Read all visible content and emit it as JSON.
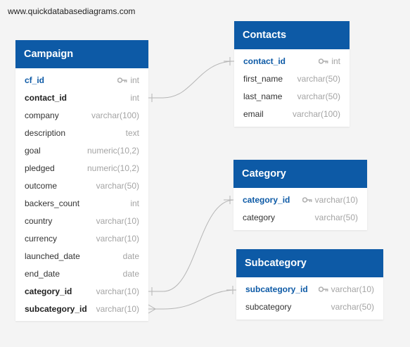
{
  "watermark": "www.quickdatabasediagrams.com",
  "tables": {
    "campaign": {
      "title": "Campaign",
      "fields": [
        {
          "name": "cf_id",
          "type": "int",
          "key": "pk"
        },
        {
          "name": "contact_id",
          "type": "int",
          "key": "fk"
        },
        {
          "name": "company",
          "type": "varchar(100)"
        },
        {
          "name": "description",
          "type": "text"
        },
        {
          "name": "goal",
          "type": "numeric(10,2)"
        },
        {
          "name": "pledged",
          "type": "numeric(10,2)"
        },
        {
          "name": "outcome",
          "type": "varchar(50)"
        },
        {
          "name": "backers_count",
          "type": "int"
        },
        {
          "name": "country",
          "type": "varchar(10)"
        },
        {
          "name": "currency",
          "type": "varchar(10)"
        },
        {
          "name": "launched_date",
          "type": "date"
        },
        {
          "name": "end_date",
          "type": "date"
        },
        {
          "name": "category_id",
          "type": "varchar(10)",
          "key": "fk"
        },
        {
          "name": "subcategory_id",
          "type": "varchar(10)",
          "key": "fk"
        }
      ]
    },
    "contacts": {
      "title": "Contacts",
      "fields": [
        {
          "name": "contact_id",
          "type": "int",
          "key": "pk"
        },
        {
          "name": "first_name",
          "type": "varchar(50)"
        },
        {
          "name": "last_name",
          "type": "varchar(50)"
        },
        {
          "name": "email",
          "type": "varchar(100)"
        }
      ]
    },
    "category": {
      "title": "Category",
      "fields": [
        {
          "name": "category_id",
          "type": "varchar(10)",
          "key": "pk"
        },
        {
          "name": "category",
          "type": "varchar(50)"
        }
      ]
    },
    "subcategory": {
      "title": "Subcategory",
      "fields": [
        {
          "name": "subcategory_id",
          "type": "varchar(10)",
          "key": "pk"
        },
        {
          "name": "subcategory",
          "type": "varchar(50)"
        }
      ]
    }
  },
  "colors": {
    "header": "#0d5aa6",
    "primary_key_text": "#0d5aa6",
    "type_text": "#a4a4a4",
    "relationship_line": "#b5b5b5"
  }
}
